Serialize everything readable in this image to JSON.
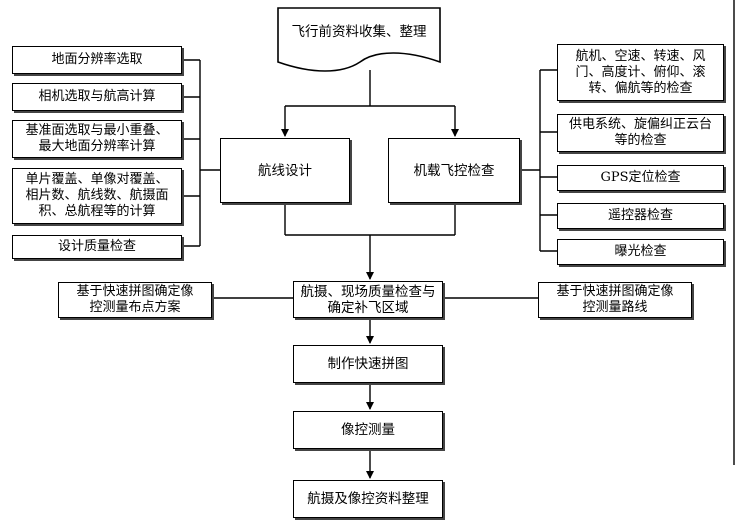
{
  "start": {
    "label": "飞行前资料收集、整理"
  },
  "left_boxes": [
    {
      "label": "地面分辨率选取"
    },
    {
      "label": "相机选取与航高计算"
    },
    {
      "label": "基准面选取与最小重叠、\n最大地面分辨率计算"
    },
    {
      "label": "单片覆盖、单像对覆盖、\n相片数、航线数、航摄面\n积、总航程等的计算"
    },
    {
      "label": "设计质量检查"
    }
  ],
  "right_boxes": [
    {
      "label": "航机、空速、转速、风\n门、高度计、俯仰、滚\n转、偏航等的检查"
    },
    {
      "label": "供电系统、旋偏纠正云台\n等的检查"
    },
    {
      "label": "GPS定位检查"
    },
    {
      "label": "遥控器检查"
    },
    {
      "label": "曝光检查"
    }
  ],
  "route_design": {
    "label": "航线设计"
  },
  "flight_control_check": {
    "label": "机载飞控检查"
  },
  "aerial_quality": {
    "label": "航摄、现场质量检查与\n确定补飞区域"
  },
  "side_left": {
    "label": "基于快速拼图确定像\n控测量布点方案"
  },
  "side_right": {
    "label": "基于快速拼图确定像\n控测量路线"
  },
  "mosaic": {
    "label": "制作快速拼图"
  },
  "control_survey": {
    "label": "像控测量"
  },
  "final": {
    "label": "航摄及像控资料整理"
  }
}
